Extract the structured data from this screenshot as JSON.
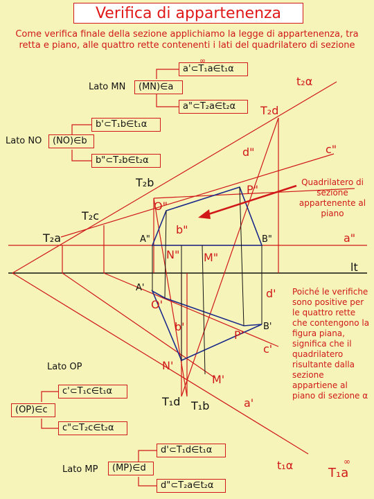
{
  "title": "Verifica di appartenenza",
  "intro": "Come verifica finale della sezione applichiamo la legge di appartenenza, tra retta e piano, alle quattro rette contenenti i lati del quadrilatero di sezione",
  "groups": {
    "mn": {
      "side": "Lato MN",
      "main": "(MN)∈a",
      "upper": "a'⊂T₁a∈t₁α",
      "lower": "a\"⊂T₂a∈t₂α",
      "inf": "∞"
    },
    "no": {
      "side": "Lato NO",
      "main": "(NO)∈b",
      "upper": "b'⊂T₁b∈t₁α",
      "lower": "b\"⊂T₂b∈t₂α"
    },
    "op": {
      "side": "Lato OP",
      "main": "(OP)∈c",
      "upper": "c'⊂T₁c∈t₁α",
      "lower": "c\"⊂T₂c∈t₂α"
    },
    "mp": {
      "side": "Lato MP",
      "main": "(MP)∈d",
      "upper": "d'⊂T₁d∈t₁α",
      "lower": "d\"⊂T₂a∈t₂α"
    }
  },
  "labels": {
    "t2alpha": "t₂α",
    "t2d": "T₂d",
    "d2": "d\"",
    "c2": "c\"",
    "t2b": "T₂b",
    "p2": "P\"",
    "o2": "O\"",
    "t2c": "T₂c",
    "b2": "b\"",
    "t2a": "T₂a",
    "a2lbl": "A\"",
    "b2lbl": "B\"",
    "a2": "a\"",
    "n2": "N\"",
    "m2": "M\"",
    "lt": "lt",
    "a1lbl": "A'",
    "d1": "d'",
    "o1": "O'",
    "b1": "b'",
    "p1": "P'",
    "b1lbl": "B'",
    "c1": "c'",
    "n1": "N'",
    "m1": "M'",
    "t1d": "T₁d",
    "t1b": "T₁b",
    "a1": "a'",
    "t1alpha": "t₁α",
    "t1a": "T₁a",
    "inf": "∞"
  },
  "note_quad": "Quadrilatero di sezione appartenente al piano",
  "note_final": "Poiché le verifiche sono positive per le quattro rette che contengono la figura piana, significa che il quadrilatero risultante dalla sezione appartiene al piano di sezione α",
  "colors": {
    "red": "#d01818",
    "blue": "#1a2a8a",
    "black": "#111111",
    "bg": "#f6f4b9"
  }
}
